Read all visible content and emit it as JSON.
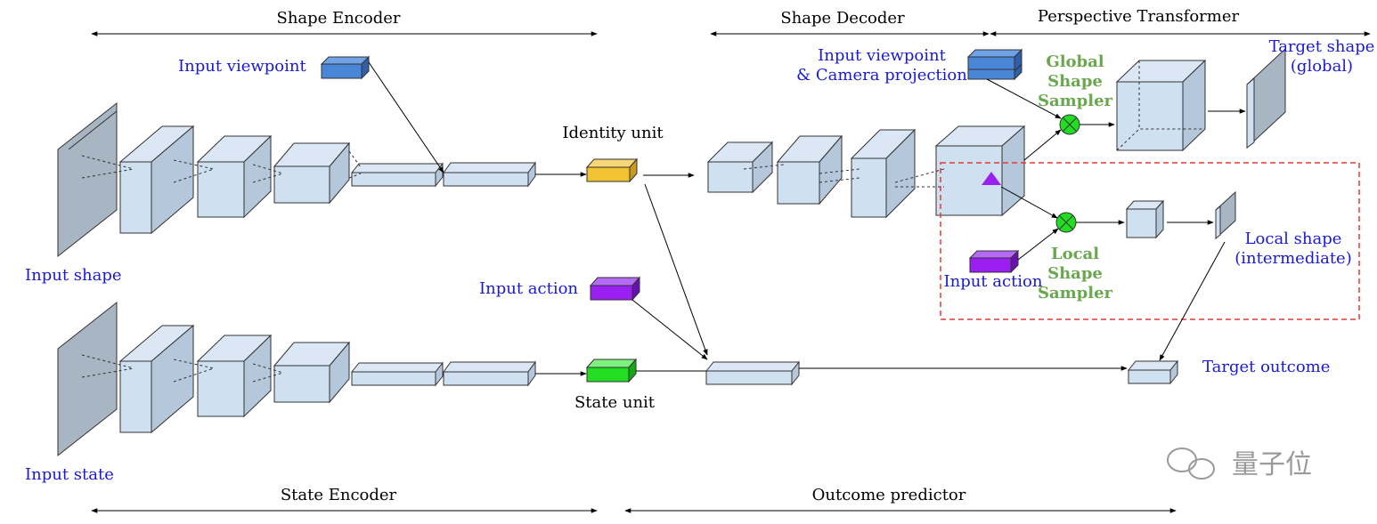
{
  "sections": {
    "shape_encoder": "Shape Encoder",
    "state_encoder": "State Encoder",
    "shape_decoder": "Shape Decoder",
    "perspective_transformer": "Perspective Transformer",
    "outcome_predictor": "Outcome predictor"
  },
  "labels": {
    "input_viewpoint": "Input viewpoint",
    "input_shape": "Input shape",
    "input_state": "Input state",
    "identity_unit": "Identity unit",
    "input_action": "Input action",
    "state_unit": "State unit",
    "viewpoint_projection_line1": "Input viewpoint",
    "viewpoint_projection_line2": "& Camera projection",
    "global_sampler_line1": "Global",
    "global_sampler_line2": "Shape",
    "global_sampler_line3": "Sampler",
    "target_shape_line1": "Target shape",
    "target_shape_line2": "(global)",
    "local_action": "Input action",
    "local_sampler_line1": "Local",
    "local_sampler_line2": "Shape",
    "local_sampler_line3": "Sampler",
    "local_shape_line1": "Local shape",
    "local_shape_line2": "(intermediate)",
    "target_outcome": "Target outcome"
  },
  "watermark": "量子位",
  "colors": {
    "label_blue": "#1a1ad6",
    "sampler_green": "#6aa84f",
    "block_fill": "#cfe0f1",
    "viewpoint_unit": "#4a86d8",
    "identity_unit": "#f1c232",
    "action_unit": "#9a1ff0",
    "state_unit": "#22dd22",
    "local_region_border": "#e53935"
  }
}
